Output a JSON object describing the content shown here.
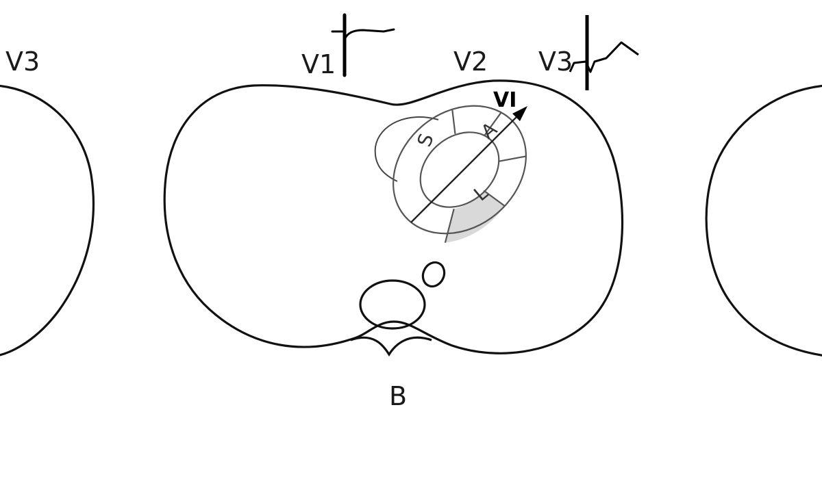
{
  "labels": {
    "left_lead": "V3",
    "v1": "V1",
    "v2": "V2",
    "v3": "V3",
    "vector": "VI",
    "panel": "B"
  },
  "segments": {
    "septal": "S",
    "anterior": "A",
    "lateral": "L"
  },
  "colors": {
    "stroke": "#111111",
    "shaded_segment": "#d9d9d9"
  }
}
